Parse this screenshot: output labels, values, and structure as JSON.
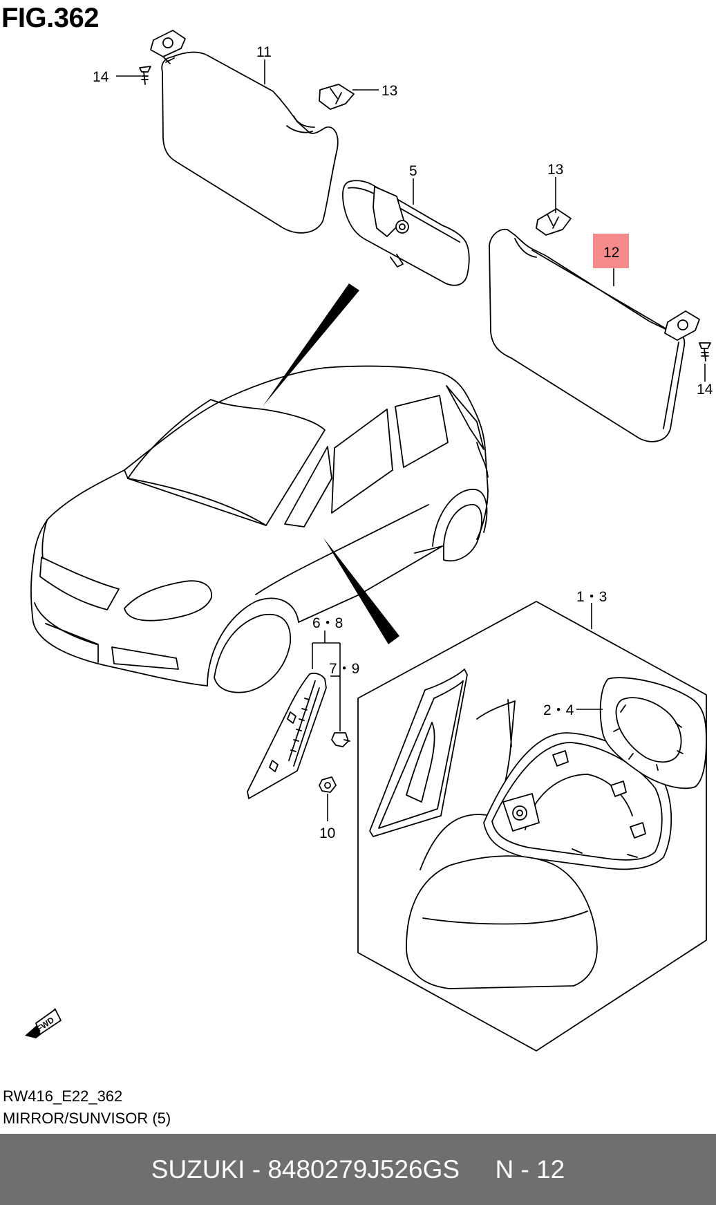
{
  "figure": {
    "title": "FIG.362",
    "code": "RW416_E22_362",
    "caption": "MIRROR/SUNVISOR (5)"
  },
  "callouts": [
    {
      "id": "c-11",
      "text": "11"
    },
    {
      "id": "c-14a",
      "text": "14"
    },
    {
      "id": "c-13a",
      "text": "13"
    },
    {
      "id": "c-5",
      "text": "5"
    },
    {
      "id": "c-13b",
      "text": "13"
    },
    {
      "id": "c-12",
      "text": "12",
      "highlighted": true
    },
    {
      "id": "c-14b",
      "text": "14"
    },
    {
      "id": "c-1-3",
      "text": "1・3"
    },
    {
      "id": "c-6-8",
      "text": "6・8"
    },
    {
      "id": "c-7-9",
      "text": "7・9"
    },
    {
      "id": "c-2-4",
      "text": "2・4"
    },
    {
      "id": "c-10",
      "text": "10"
    }
  ],
  "fwd_label": "FWD",
  "highlight_color": "#f48a8a",
  "footer": {
    "text": "SUZUKI - 8480279J526GS     N - 12",
    "background": "#6f6f6f",
    "color": "#ffffff"
  }
}
